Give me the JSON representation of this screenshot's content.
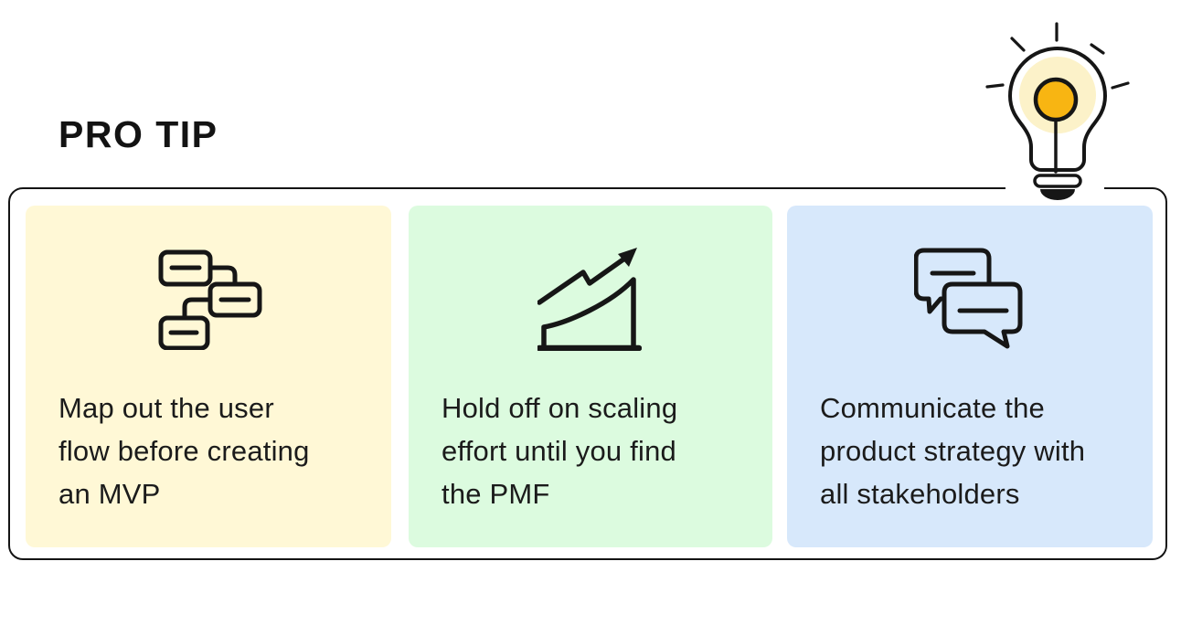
{
  "title": "PRO TIP",
  "colors": {
    "background": "#ffffff",
    "ink": "#161616",
    "card_yellow": "#FFF8D6",
    "card_green": "#DCFBDF",
    "card_blue": "#D7E8FB",
    "bulb_glow": "#FCF2C9",
    "bulb_core": "#F8B512"
  },
  "bulb": {
    "name": "lightbulb-icon"
  },
  "cards": [
    {
      "name": "map-user-flow",
      "icon": "flowchart-icon",
      "lines": [
        "Map out the user",
        "flow before creating",
        "an MVP"
      ],
      "text": "Map out the user flow before creating an MVP"
    },
    {
      "name": "hold-off-scaling",
      "icon": "growth-chart-icon",
      "lines": [
        "Hold off on scaling",
        "effort until you find",
        "the PMF"
      ],
      "text": "Hold off on scaling effort until you find the PMF"
    },
    {
      "name": "communicate-strategy",
      "icon": "chat-bubbles-icon",
      "lines": [
        "Communicate the",
        "product strategy with",
        "all stakeholders"
      ],
      "text": "Communicate the product strategy with all stakeholders"
    }
  ]
}
